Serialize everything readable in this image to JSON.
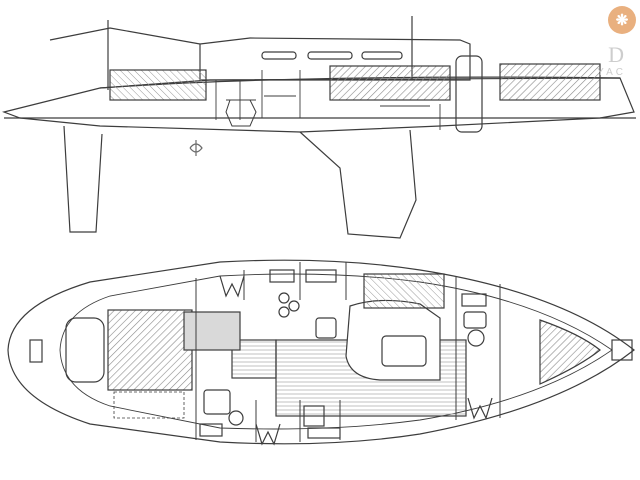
{
  "drawing": {
    "line_color": "#3d3d3d",
    "hatch_color": "#8a8a8a",
    "light_fill": "#d9d9d9",
    "views": [
      "side-profile",
      "deck-plan"
    ]
  },
  "branding": {
    "badge_glyph": "❋",
    "badge_color": "#e9b07f",
    "watermark_line1": "D",
    "watermark_line2": "YAC"
  }
}
